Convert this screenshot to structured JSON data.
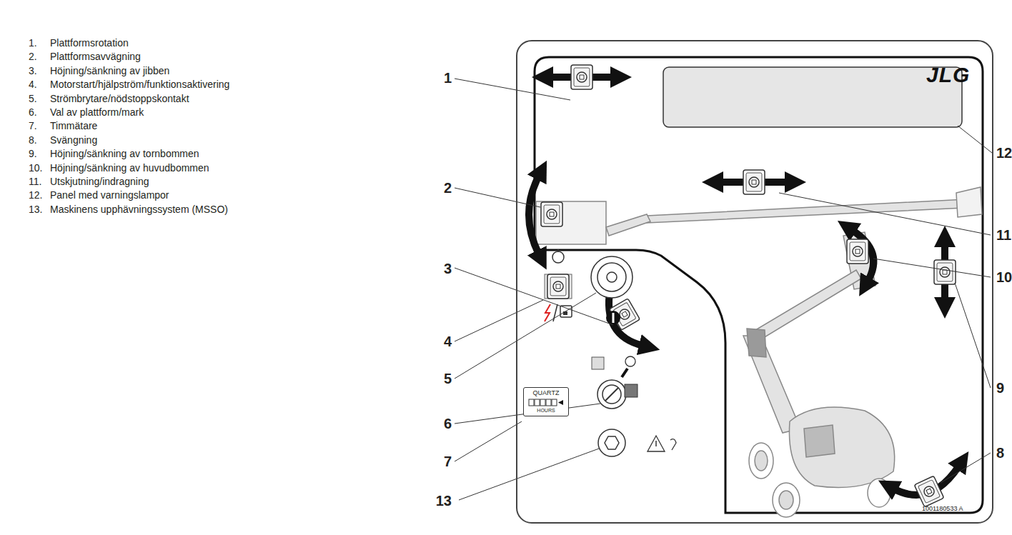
{
  "diagram": {
    "nodes": [
      {
        "text": [
          "JLG",
          "1001180533 A"
        ]
      },
      {
        "text": [
          "QUARTZ",
          "HOURS"
        ],
        "in": 0
      }
    ],
    "labels": [
      "1.",
      "Plattformsrotation",
      "2.",
      "Plattformsavvägning",
      "3.",
      "Höjning/sänkning av jibben",
      "4.",
      "Motorstart/hjälpström/funktionsaktivering",
      "5.",
      "Strömbrytare/nödstoppskontakt",
      "6.",
      "Val av plattform/mark",
      "7.",
      "Timmätare",
      "8.",
      "Svängning",
      "9.",
      "Höjning/sänkning av tornbommen",
      "10.",
      "Höjning/sänkning av huvudbommen",
      "11.",
      "Utskjutning/indragning",
      "12.",
      "Panel med varningslampor",
      "13.",
      "Maskinens upphävningssystem (MSSO)",
      "1",
      "2",
      "3",
      "4",
      "5",
      "6",
      "7",
      "13",
      "12",
      "11",
      "10",
      "9",
      "8"
    ]
  }
}
